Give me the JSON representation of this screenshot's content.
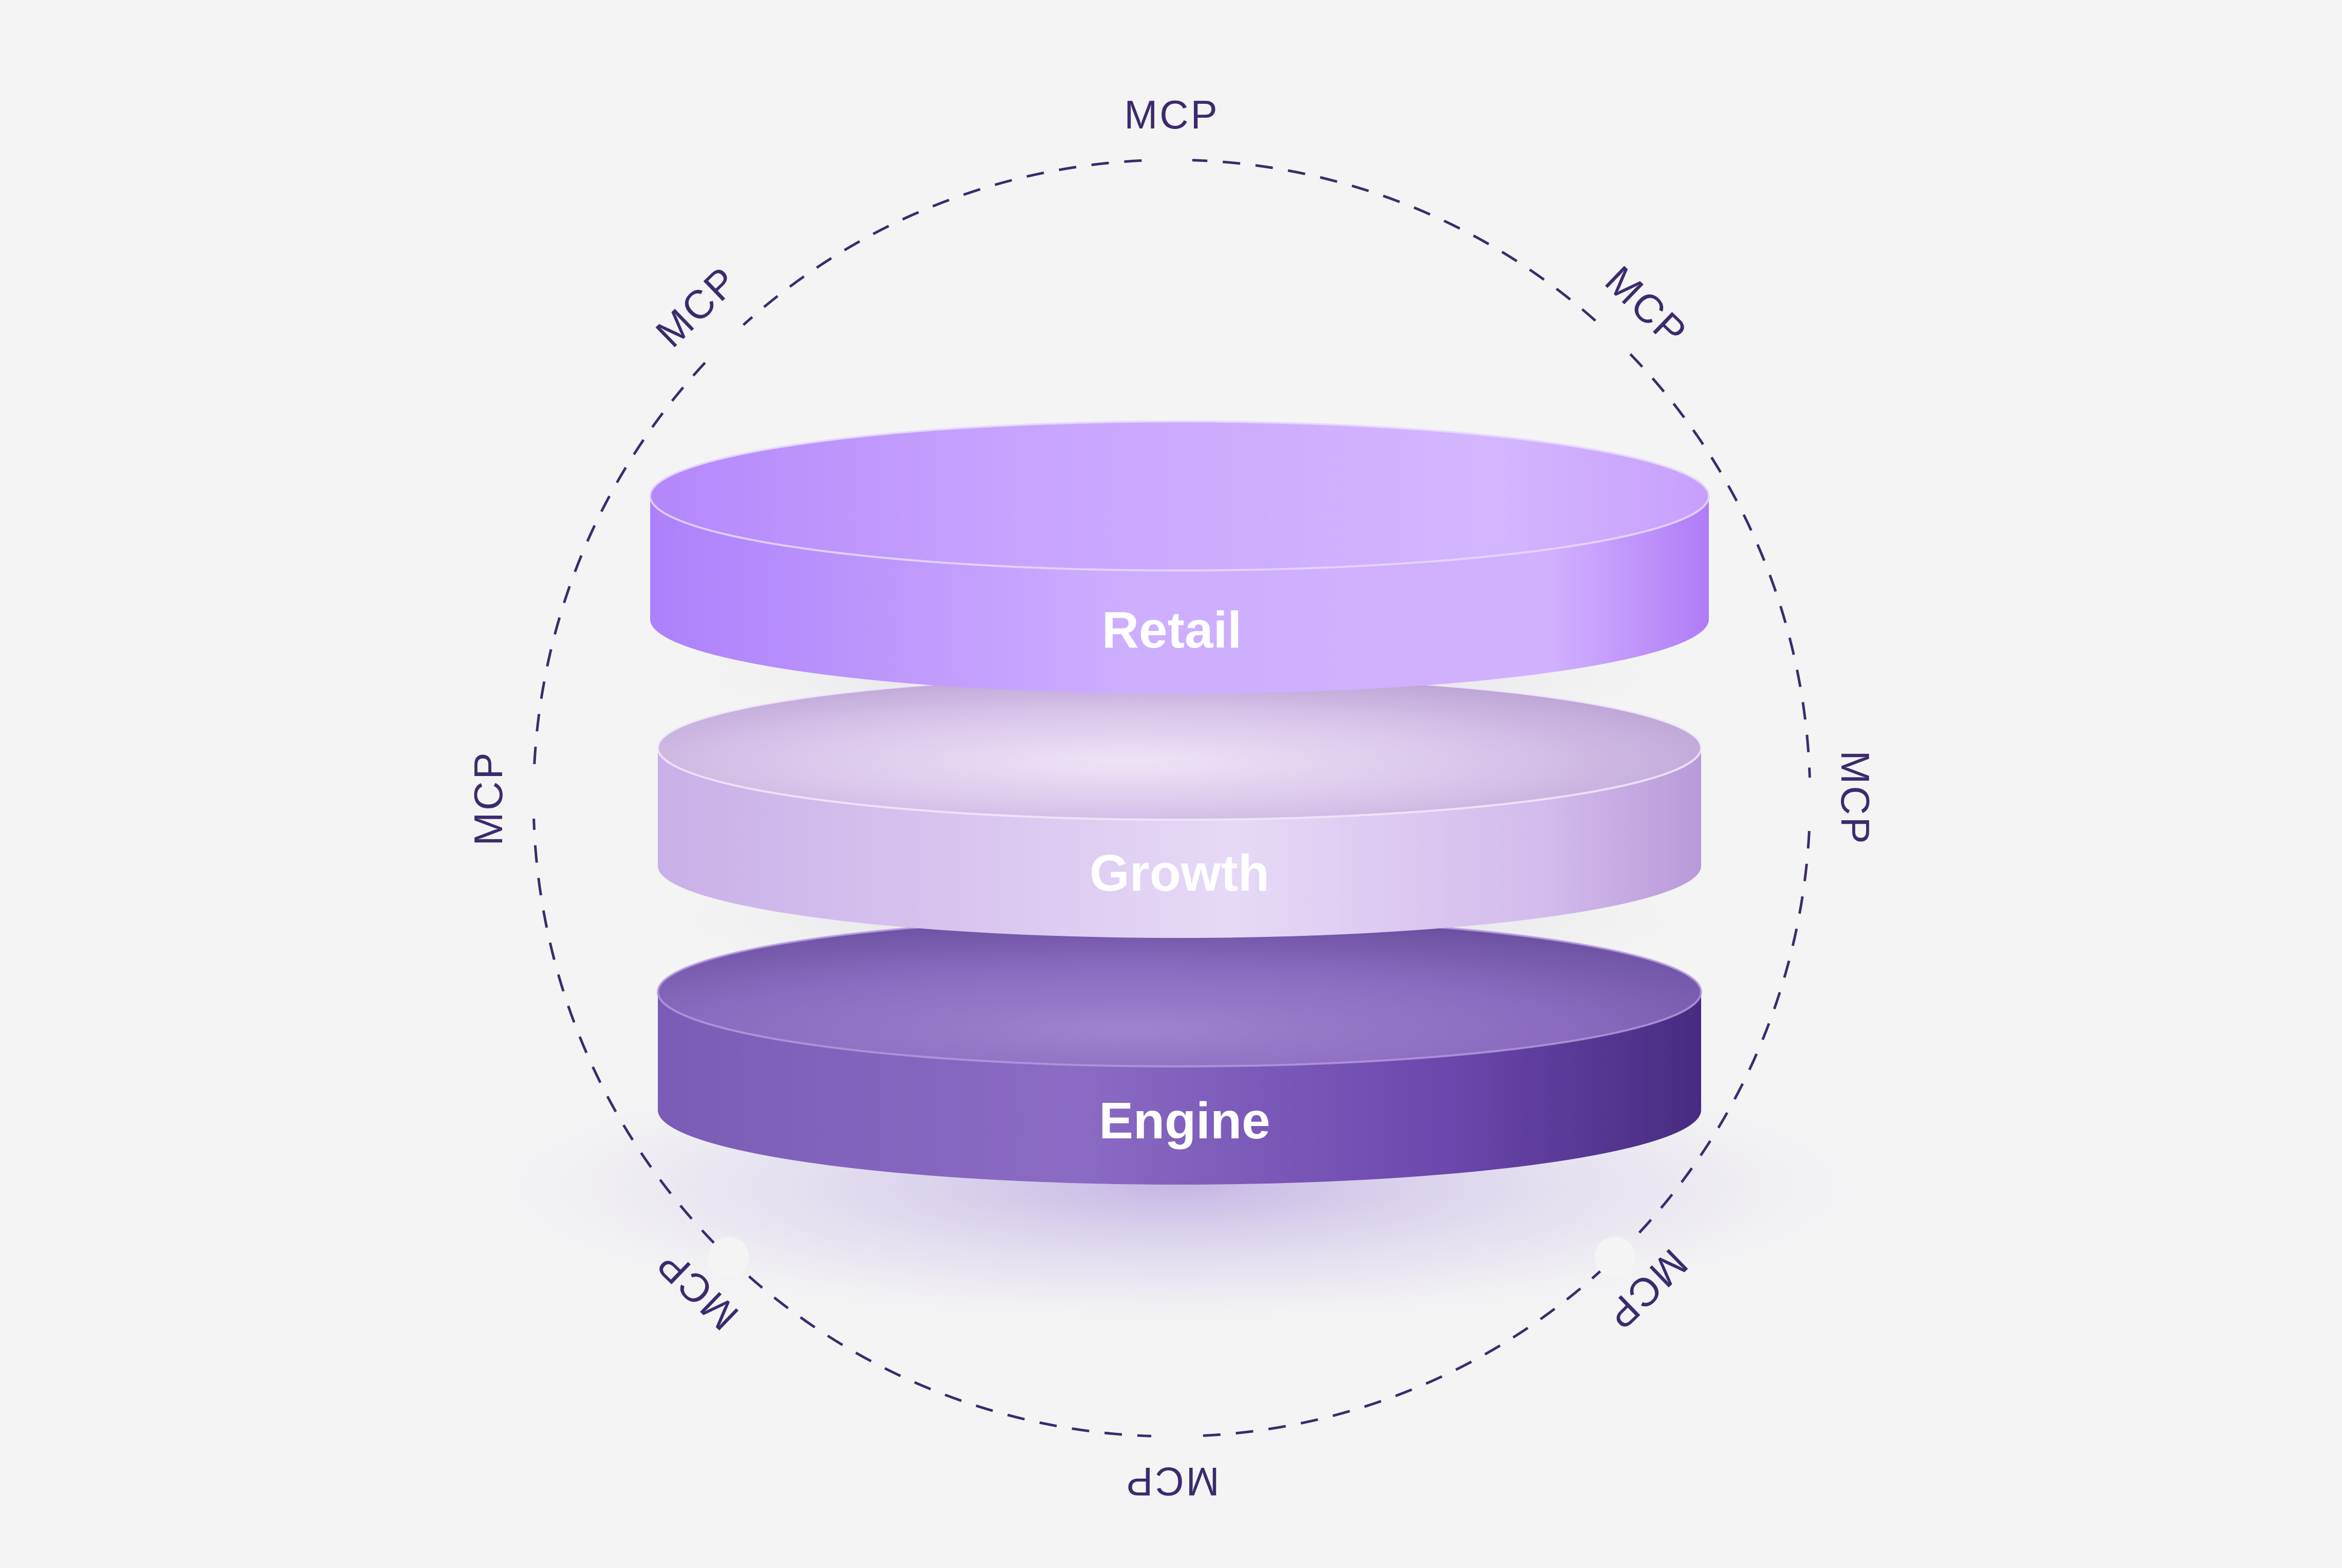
{
  "colors": {
    "background": "#f4f4f4",
    "ring_stroke": "#3d2a6e",
    "mcp_text": "#3d2a6e",
    "label_text": "#ffffff",
    "retail": "#b98cff",
    "growth": "#d8c4f0",
    "engine": "#7a5ab8"
  },
  "ring": {
    "label": "MCP",
    "positions": [
      "top",
      "top-right",
      "right",
      "bottom-right",
      "bottom",
      "bottom-left",
      "left",
      "top-left"
    ]
  },
  "layers": [
    {
      "id": "retail",
      "label": "Retail"
    },
    {
      "id": "growth",
      "label": "Growth"
    },
    {
      "id": "engine",
      "label": "Engine"
    }
  ]
}
